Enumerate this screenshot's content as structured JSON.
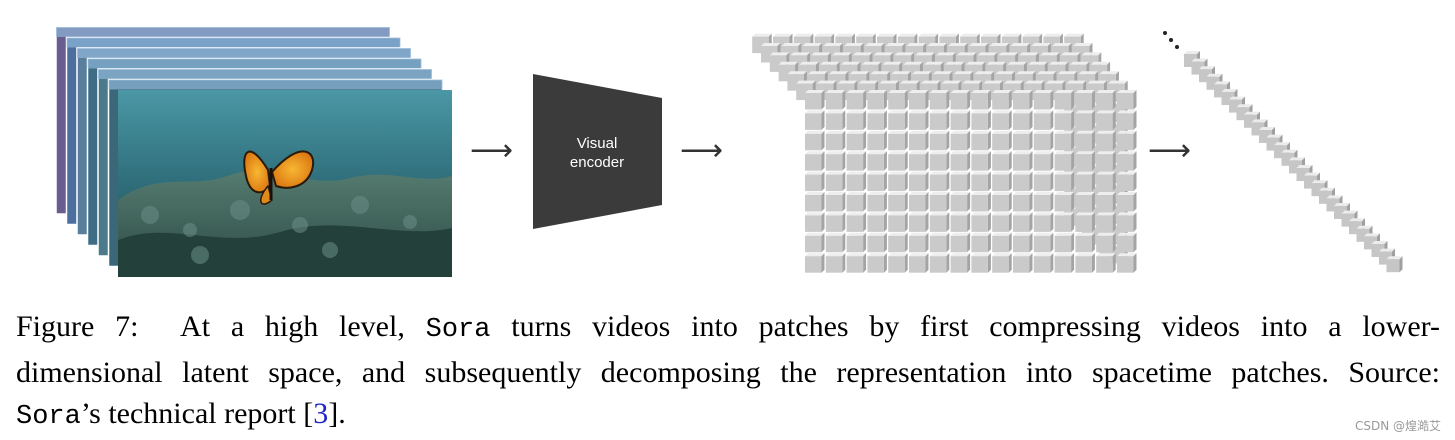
{
  "figure": {
    "encoder_label_line1": "Visual",
    "encoder_label_line2": "encoder",
    "arrow_glyph": "⟶",
    "colors": {
      "encoder": "#3b3b3b",
      "cube_face": "#c9c9c9",
      "cube_top": "#e6e6e6",
      "cube_side": "#9e9e9e",
      "water": "#3f8393"
    },
    "icons": [
      "video-frames",
      "butterfly-icon",
      "right-arrow-icon",
      "patch-cube",
      "patch-sequence"
    ]
  },
  "caption": {
    "label": "Figure 7:",
    "line1_a": "At a high level,",
    "sora": "Sora",
    "line1_b": "turns videos into patches by first compressing videos into a lower-",
    "line2": "dimensional latent space, and subsequently decomposing the representation into spacetime patches. Source:",
    "line3_b": "’s technical report [",
    "ref": "3",
    "line3_c": "]."
  },
  "watermark": "CSDN @煌澔艾"
}
